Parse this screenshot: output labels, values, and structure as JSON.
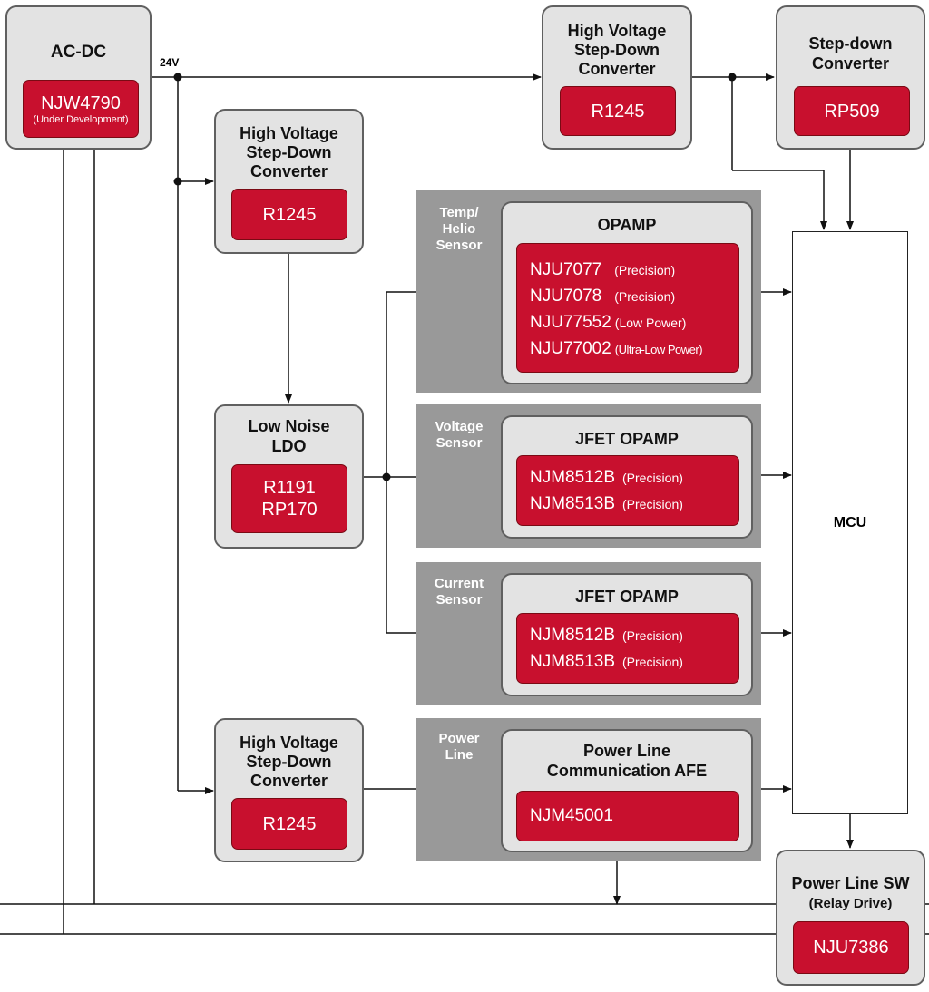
{
  "ac_dc": {
    "title": "AC-DC",
    "part": "NJW4790",
    "note": "(Under Development)"
  },
  "voltage_label": "24V",
  "hv_top": {
    "title": [
      "High Voltage",
      "Step-Down",
      "Converter"
    ],
    "part": "R1245"
  },
  "stepdown": {
    "title": [
      "Step-down",
      "Converter"
    ],
    "part": "RP509"
  },
  "hv_mid": {
    "title": [
      "High Voltage",
      "Step-Down",
      "Converter"
    ],
    "part": "R1245"
  },
  "ldo": {
    "title": [
      "Low Noise",
      "LDO"
    ],
    "parts": [
      "R1191",
      "RP170"
    ]
  },
  "hv_bottom": {
    "title": [
      "High Voltage",
      "Step-Down",
      "Converter"
    ],
    "part": "R1245"
  },
  "panels": {
    "temp": [
      "Temp/",
      "Helio",
      "Sensor"
    ],
    "voltage": [
      "Voltage",
      "Sensor"
    ],
    "current": [
      "Current",
      "Sensor"
    ],
    "power": [
      "Power",
      "Line"
    ]
  },
  "opamp": {
    "title": "OPAMP",
    "parts": [
      {
        "name": "NJU7077",
        "note": "(Precision)"
      },
      {
        "name": "NJU7078",
        "note": "(Precision)"
      },
      {
        "name": "NJU77552",
        "note": "(Low Power)"
      },
      {
        "name": "NJU77002",
        "note": "(Ultra-Low Power)"
      }
    ]
  },
  "jfet_voltage": {
    "title": "JFET OPAMP",
    "parts": [
      {
        "name": "NJM8512B",
        "note": "(Precision)"
      },
      {
        "name": "NJM8513B",
        "note": "(Precision)"
      }
    ]
  },
  "jfet_current": {
    "title": "JFET OPAMP",
    "parts": [
      {
        "name": "NJM8512B",
        "note": "(Precision)"
      },
      {
        "name": "NJM8513B",
        "note": "(Precision)"
      }
    ]
  },
  "plc": {
    "title": [
      "Power Line",
      "Communication AFE"
    ],
    "part": "NJM45001"
  },
  "mcu": {
    "label": "MCU"
  },
  "power_sw": {
    "title": "Power Line SW",
    "subtitle": "(Relay Drive)",
    "part": "NJU7386"
  },
  "colors": {
    "chip": "#c8102e",
    "box": "#e3e3e3",
    "panel": "#999999",
    "border": "#606060"
  }
}
